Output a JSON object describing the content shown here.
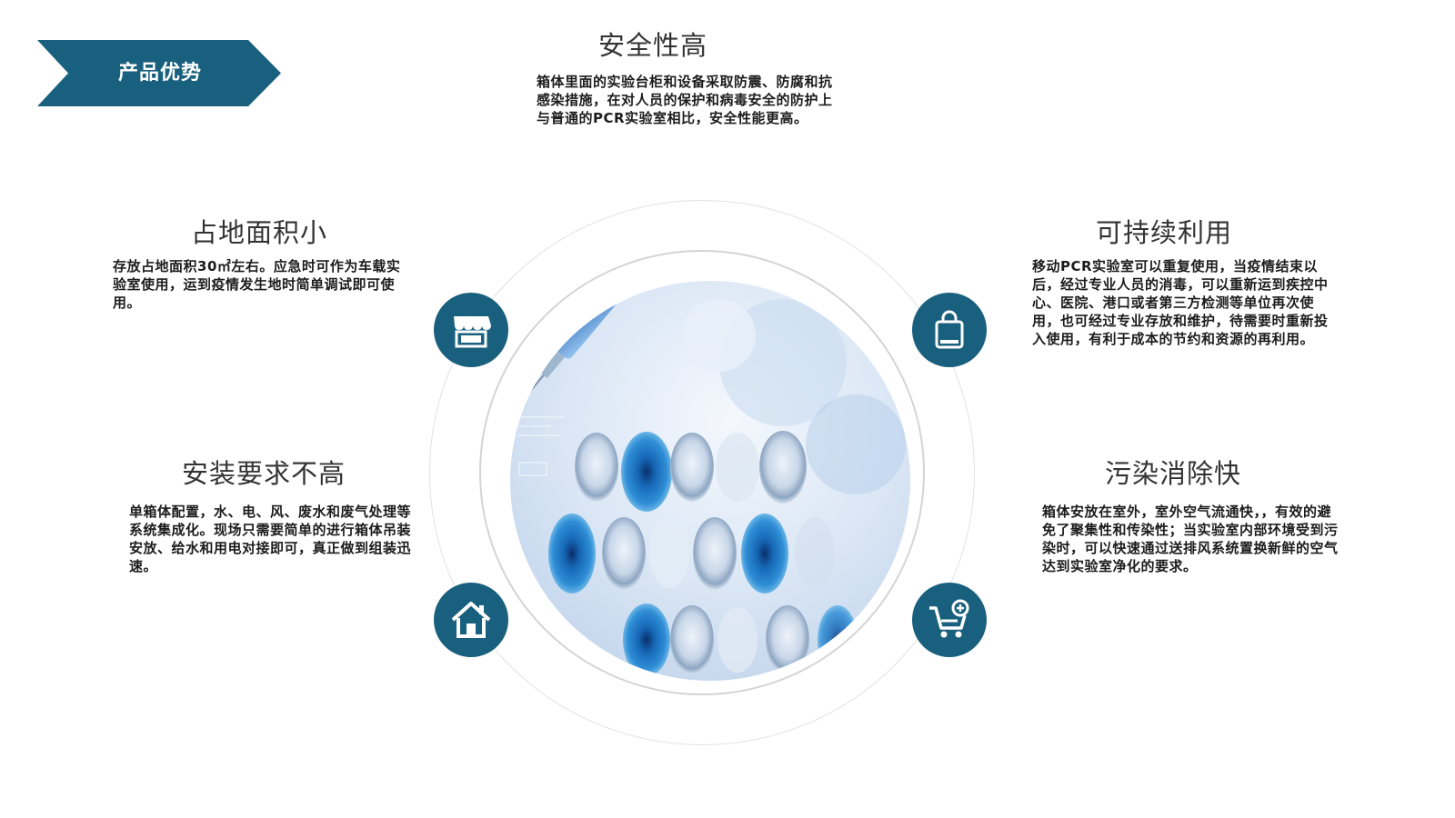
{
  "header": {
    "badge_label": "产品优势",
    "badge_color": "#19607e"
  },
  "colors": {
    "accent": "#19607e",
    "ring": "#d4d4d4",
    "text": "#1c1c1c"
  },
  "center_image": {
    "subject": "laboratory-vials-and-syringe-photo"
  },
  "features": {
    "safety": {
      "title": "安全性高",
      "description": "箱体里面的实验台柜和设备采取防震、防腐和抗感染措施，在对人员的保护和病毒安全的防护上与普通的PCR实验室相比，安全性能更高。"
    },
    "footprint": {
      "title": "占地面积小",
      "description": "存放占地面积30㎡左右。应急时可作为车载实验室使用，运到疫情发生地时简单调试即可使用。",
      "icon": "storefront-icon"
    },
    "reuse": {
      "title": "可持续利用",
      "description": "移动PCR实验室可以重复使用，当疫情结束以后，经过专业人员的消毒，可以重新运到疾控中心、医院、港口或者第三方检测等单位再次使用，也可经过专业存放和维护，待需要时重新投入使用，有利于成本的节约和资源的再利用。",
      "icon": "shopping-bag-icon"
    },
    "install": {
      "title": "安装要求不高",
      "description": "单箱体配置，水、电、风、废水和废气处理等系统集成化。现场只需要简单的进行箱体吊装安放、给水和用电对接即可，真正做到组装迅速。",
      "icon": "home-icon"
    },
    "decontam": {
      "title": "污染消除快",
      "description": "箱体安放在室外，室外空气流通快，，有效的避免了聚集性和传染性；当实验室内部环境受到污染时，可以快速通过送排风系统置换新鲜的空气达到实验室净化的要求。",
      "icon": "cart-add-icon"
    }
  }
}
